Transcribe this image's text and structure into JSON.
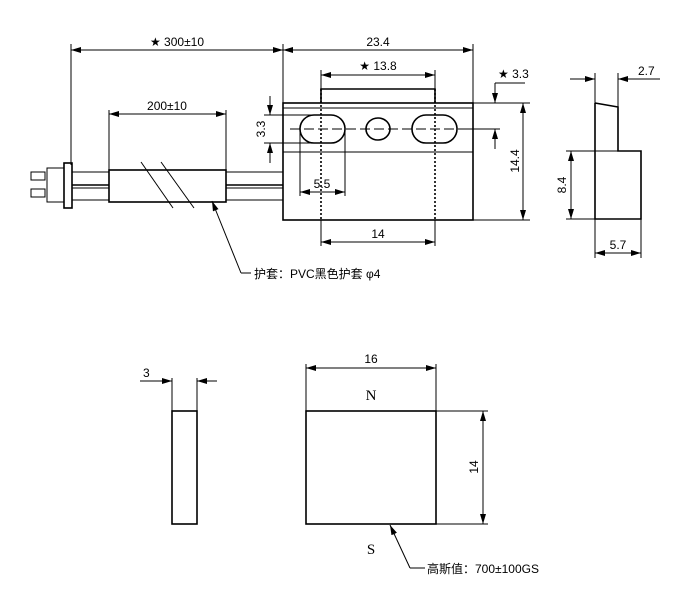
{
  "top_view": {
    "cable_length": "★ 300±10",
    "body_length": "23.4",
    "hole_spacing": "★ 13.8",
    "top_offset": "★ 3.3",
    "sleeve_length": "200±10",
    "slot_height": "3.3",
    "body_height": "14.4",
    "slot_width": "5.5",
    "base_width": "14",
    "sleeve_note": "护套：PVC黑色护套 φ4"
  },
  "side_view": {
    "top_thickness": "2.7",
    "lower_height": "8.4",
    "depth": "5.7"
  },
  "magnet": {
    "thickness": "3",
    "width": "16",
    "height": "14",
    "north_label": "N",
    "south_label": "S",
    "gauss_note": "高斯值：700±100GS"
  }
}
